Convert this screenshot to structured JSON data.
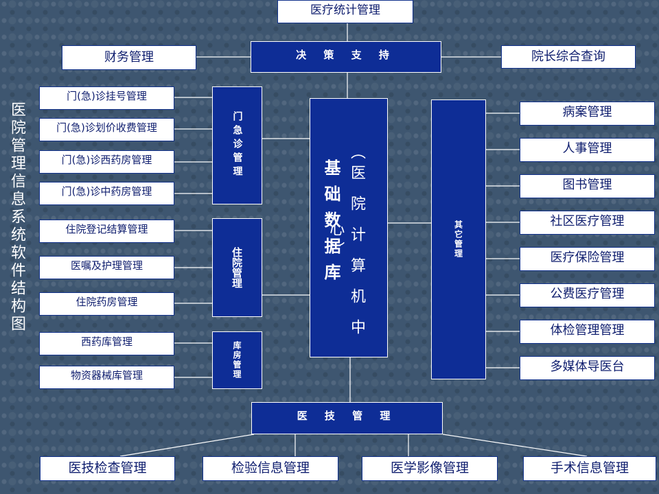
{
  "title": "医院管理信息系统软件结构图",
  "top": {
    "stats": "医疗统计管理",
    "decision": "决 策 支 持",
    "finance": "财务管理",
    "president_query": "院长综合查询"
  },
  "center": {
    "sub": "（医 院 计 算 机 中 心）",
    "main": "基础数据库"
  },
  "groups": {
    "outpatient": "门急诊管理",
    "inpatient": "住院管理",
    "warehouse": "库房管理",
    "other": "其它管理",
    "medtech": "医 技 管 理"
  },
  "outpatient_items": [
    "门(急)诊挂号管理",
    "门(急)诊划价收费管理",
    "门(急)诊西药房管理",
    "门(急)诊中药房管理"
  ],
  "inpatient_items": [
    "住院登记结算管理",
    "医嘱及护理管理",
    "住院药房管理"
  ],
  "warehouse_items": [
    "西药库管理",
    "物资器械库管理"
  ],
  "other_items": [
    "病案管理",
    "人事管理",
    "图书管理",
    "社区医疗管理",
    "医疗保险管理",
    "公费医疗管理",
    "体检管理管理",
    "多媒体导医台"
  ],
  "medtech_items": [
    "医技检查管理",
    "检验信息管理",
    "医学影像管理",
    "手术信息管理"
  ]
}
